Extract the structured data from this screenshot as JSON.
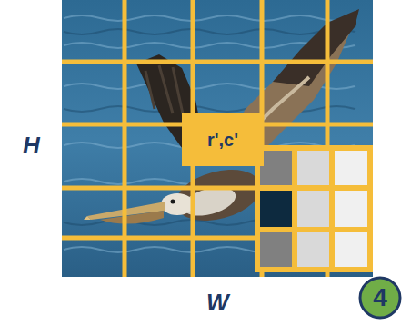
{
  "diagram": {
    "nodes": [
      {
        "text": [
          "r',c'"
        ]
      },
      {
        "text": [
          "4"
        ]
      }
    ],
    "labels": [
      "H",
      "W"
    ]
  }
}
